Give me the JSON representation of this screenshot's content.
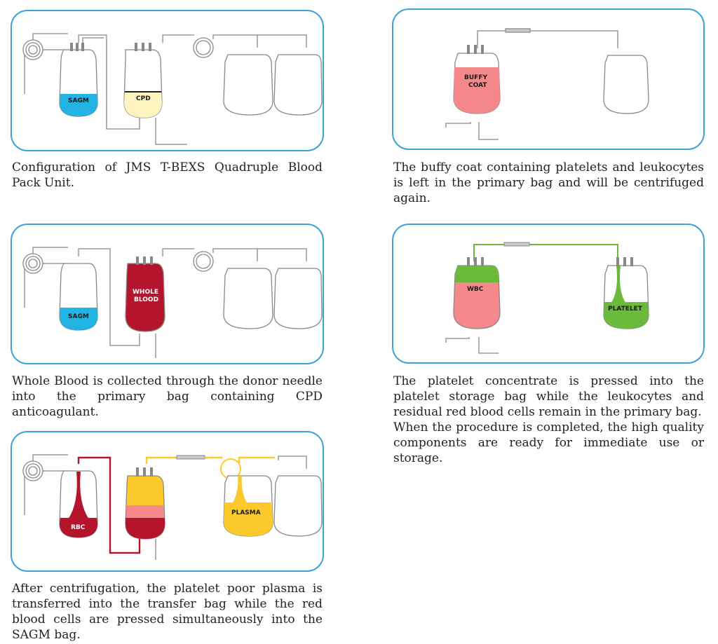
{
  "colors": {
    "frame": "#3fa2d6",
    "sagm": "#22b4e4",
    "cpd": "#fcf5bf",
    "whole_blood": "#b5152c",
    "rbc": "#b5152c",
    "plasma": "#fdca2e",
    "buffy": "#f4888a",
    "wbc": "#f4888a",
    "green": "#6cba3c"
  },
  "panels": [
    {
      "id": "config",
      "labels": {
        "sagm": "SAGM",
        "cpd": "CPD"
      },
      "caption": "Configuration of JMS T-BEXS Quadruple Blood Pack Unit."
    },
    {
      "id": "buffy",
      "labels": {
        "buffy_line1": "BUFFY",
        "buffy_line2": "COAT"
      },
      "caption": "The buffy coat containing platelets and leukocytes is left in the primary bag and will be centrifuged again."
    },
    {
      "id": "whole-blood",
      "labels": {
        "sagm": "SAGM",
        "wb_line1": "WHOLE",
        "wb_line2": "BLOOD"
      },
      "caption": "Whole Blood is collected through the donor needle into the primary bag containing CPD anticoagulant."
    },
    {
      "id": "platelet",
      "labels": {
        "wbc": "WBC",
        "platelet": "PLATELET"
      },
      "caption_lines": [
        "The platelet concentrate is pressed into the platelet storage bag while the leukocytes and residual red blood cells remain in the primary bag.",
        "When the procedure is completed, the high quality components are ready for immediate use or storage."
      ]
    },
    {
      "id": "centrifugation",
      "labels": {
        "rbc": "RBC",
        "plasma": "PLASMA"
      },
      "caption": "After centrifugation, the platelet poor plasma is transferred into the transfer bag while the red blood cells are pressed simultaneously into the SAGM bag."
    }
  ]
}
